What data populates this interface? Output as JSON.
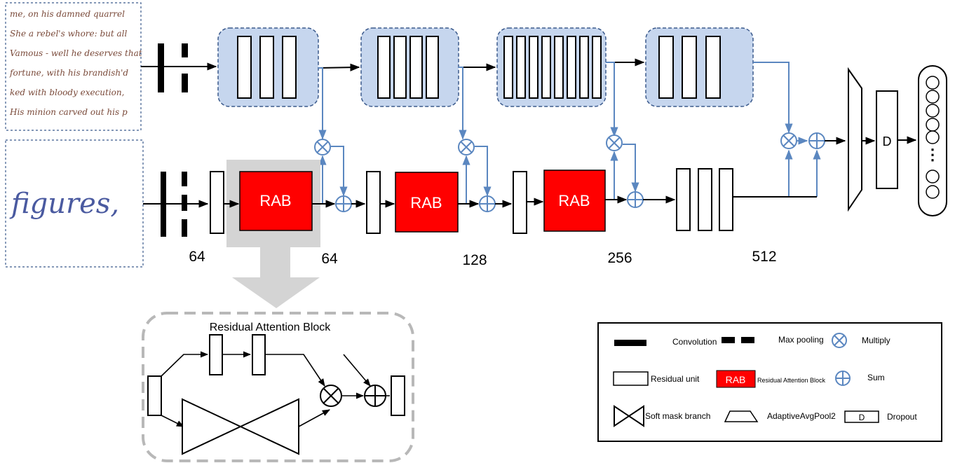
{
  "samples": {
    "page_lines": [
      "me, on his damned quarrel",
      "She a rebel's whore: but all",
      "Vamous - well he deserves that",
      "fortune, with his brandish'd",
      "ked with bloody execution,",
      "His minion carved out his p"
    ],
    "word": "figures,"
  },
  "main": {
    "rab_label": "RAB",
    "channel_labels": [
      "64",
      "64",
      "128",
      "256",
      "512"
    ],
    "dropout_label": "D",
    "output_ellipsis": "⋮"
  },
  "rab_detail": {
    "title": "Residual Attention Block"
  },
  "legend": {
    "items": [
      {
        "icon": "convolution-icon",
        "label": "Convolution"
      },
      {
        "icon": "max-pooling-icon",
        "label": "Max pooling"
      },
      {
        "icon": "multiply-icon",
        "label": "Multiply"
      },
      {
        "icon": "residual-unit-icon",
        "label": "Residual unit"
      },
      {
        "icon": "rab-icon",
        "label": "Residual Attention Block"
      },
      {
        "icon": "sum-icon",
        "label": "Sum"
      },
      {
        "icon": "soft-mask-icon",
        "label": "Soft mask branch"
      },
      {
        "icon": "adaptive-pool-icon",
        "label": "AdaptiveAvgPool2"
      },
      {
        "icon": "dropout-icon",
        "label": "Dropout"
      }
    ],
    "rab_chip": "RAB",
    "dropout_chip": "D"
  },
  "colors": {
    "rab_fill": "#ff0000",
    "stage_fill": "#c6d6ee",
    "stage_border": "#3b5a8c",
    "attention_line": "#5b87c0",
    "highlight": "#d4d4d4"
  }
}
